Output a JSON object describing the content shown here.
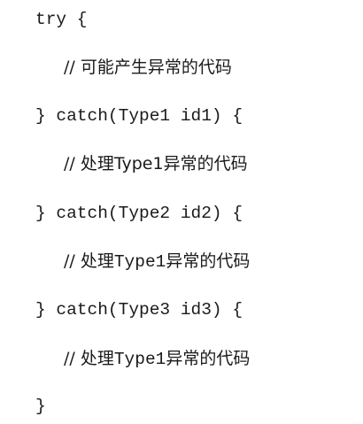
{
  "code": {
    "line1": "try {",
    "line2": "// 可能产生异常的代码",
    "line3": "} catch(Type1 id1) {",
    "line4": {
      "prefix": "// 处理",
      "type": "Type1",
      "suffix": "异常的代码"
    },
    "line5": "} catch(Type2 id2) {",
    "line6": {
      "prefix": "// 处理",
      "type": "Type1",
      "suffix": "异常的代码"
    },
    "line7": "} catch(Type3 id3) {",
    "line8": {
      "prefix": "// 处理",
      "type": "Type1",
      "suffix": "异常的代码"
    },
    "line9": "}"
  }
}
